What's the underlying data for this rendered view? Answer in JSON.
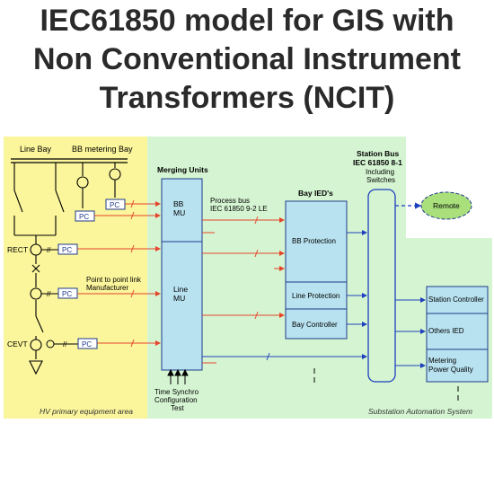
{
  "title": {
    "line1": "IEC61850 model for GIS with",
    "line2": "Non Conventional Instrument",
    "line3": "Transformers (NCIT)"
  },
  "diagram": {
    "hv_area_label": "HV primary equipment area",
    "sa_area_label": "Substation Automation System",
    "line_bay": "Line Bay",
    "bb_metering_bay": "BB metering Bay",
    "rect": "RECT",
    "cevt": "CEVT",
    "pc": "PC",
    "ptp_line1": "Point to point link",
    "ptp_line2": "Manufacturer",
    "merging_units": "Merging Units",
    "bb_mu_1": "BB",
    "bb_mu_2": "MU",
    "line_mu_1": "Line",
    "line_mu_2": "MU",
    "process_bus_1": "Process bus",
    "process_bus_2": "IEC 61850 9-2 LE",
    "time_sync_1": "Time Synchro",
    "time_sync_2": "Configuration",
    "time_sync_3": "Test",
    "bay_ieds": "Bay IED's",
    "bb_protection": "BB Protection",
    "line_protection": "Line Protection",
    "bay_controller": "Bay Controller",
    "station_bus_1": "Station Bus",
    "station_bus_2": "IEC 61850 8-1",
    "station_bus_3": "Including",
    "station_bus_4": "Switches",
    "remote": "Remote",
    "station_controller": "Station Controller",
    "others_ied": "Others IED",
    "metering_1": "Metering",
    "metering_2": "Power Quality"
  },
  "colors": {
    "hv_area": "#fbf59b",
    "sa_area": "#d5f5d2",
    "box_fill": "#b8e2f0",
    "box_stroke": "#1f3a8a",
    "bus_blue": "#1f3fbf",
    "process_red": "#e5452c",
    "remote_fill": "#a9e07c"
  }
}
